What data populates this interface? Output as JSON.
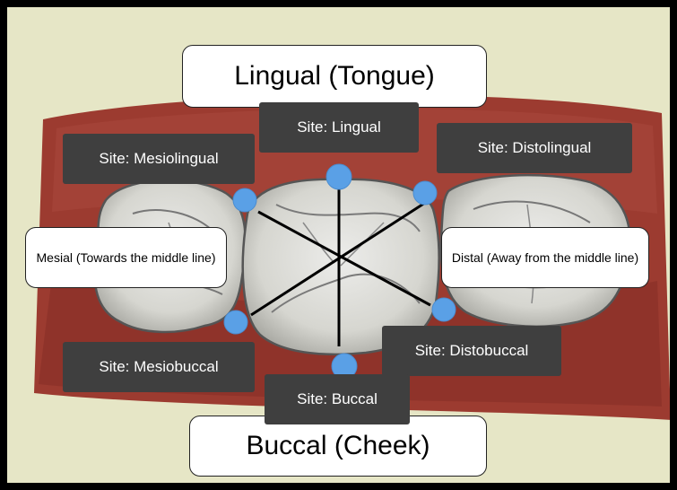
{
  "sides": {
    "lingual": "Lingual (Tongue)",
    "buccal": "Buccal (Cheek)",
    "mesial": "Mesial (Towards the middle line)",
    "distal": "Distal (Away from the middle line)"
  },
  "sites": {
    "lingual": "Site: Lingual",
    "mesiolingual": "Site: Mesiolingual",
    "distolingual": "Site: Distolingual",
    "mesiobuccal": "Site: Mesiobuccal",
    "distobuccal": "Site: Distobuccal",
    "buccal": "Site: Buccal"
  },
  "colors": {
    "background": "#e6e6c6",
    "gum": "#9c3b30",
    "tooth": "#d9d9d3",
    "site_marker": "#5aa0e6",
    "label_dark": "#3f3f3f"
  }
}
